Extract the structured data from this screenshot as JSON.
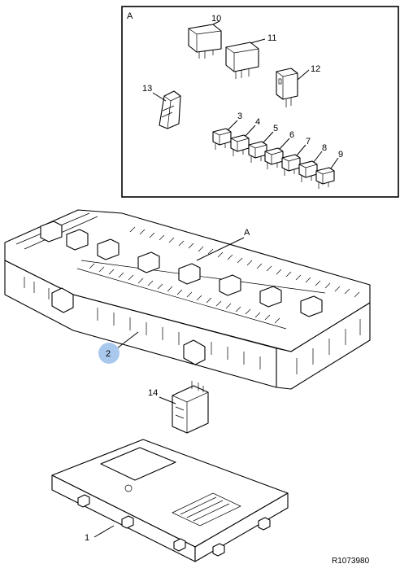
{
  "inset": {
    "label": "A"
  },
  "callouts": {
    "c1": "1",
    "c2": "2",
    "c3": "3",
    "c4": "4",
    "c5": "5",
    "c6": "6",
    "c7": "7",
    "c8": "8",
    "c9": "9",
    "c10": "10",
    "c11": "11",
    "c12": "12",
    "c13": "13",
    "c14": "14",
    "cA": "A"
  },
  "highlight_color": "#a9c8ee",
  "reference": "R1073980"
}
